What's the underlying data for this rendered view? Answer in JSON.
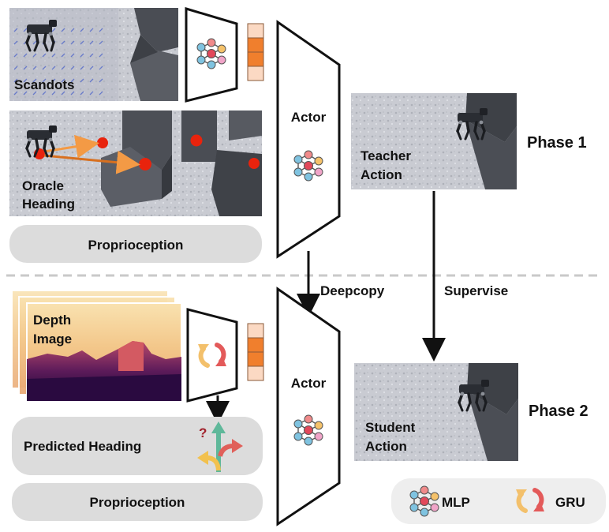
{
  "phase1": {
    "scandots_label": "Scandots",
    "oracle_heading_lines": [
      "Oracle",
      "Heading"
    ],
    "proprioception_label": "Proprioception",
    "actor_label": "Actor",
    "teacher_action_lines": [
      "Teacher",
      "Action"
    ],
    "phase_label": "Phase 1"
  },
  "transfer": {
    "deepcopy_label": "Deepcopy",
    "supervise_label": "Supervise"
  },
  "phase2": {
    "depth_image_lines": [
      "Depth",
      "Image"
    ],
    "predicted_heading_label": "Predicted Heading",
    "question_mark": "?",
    "proprioception_label": "Proprioception",
    "actor_label": "Actor",
    "student_action_lines": [
      "Student",
      "Action"
    ],
    "phase_label": "Phase 2"
  },
  "legend": {
    "mlp_label": "MLP",
    "gru_label": "GRU"
  },
  "colors": {
    "latent_orange": "#f07f2d",
    "latent_light": "#fbd9c3",
    "oracle_red": "#e8230d",
    "arrow_orange": "#f39a45",
    "panel_gray": "#dcdcdc",
    "terrain_light": "#c7c9d0",
    "terrain_dark": "#55585f",
    "gru_red": "#e35a5a",
    "gru_yellow": "#f3c06b",
    "heading_green": "#5fb89a",
    "heading_red": "#e0605a",
    "heading_yellow": "#f2c14e",
    "depth_light": "#f7d79c",
    "depth_mid": "#d8615d",
    "depth_dark": "#2b0c3f"
  },
  "icons": [
    "mlp-icon",
    "gru-icon",
    "heading-arrows-icon",
    "robot-dog-icon"
  ]
}
